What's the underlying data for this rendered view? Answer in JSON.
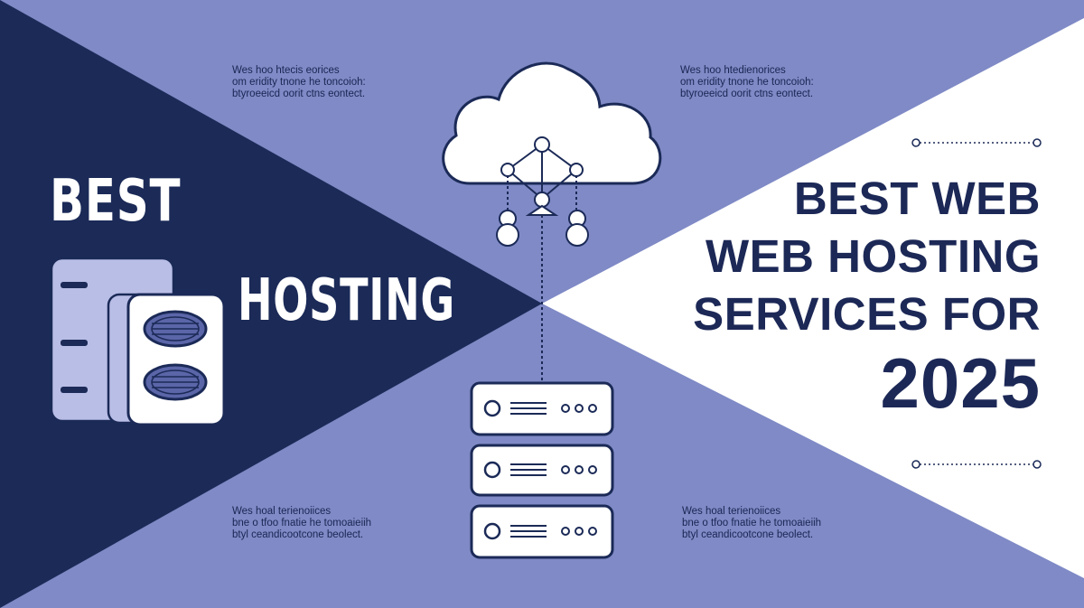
{
  "left_heading": {
    "line1": "BEST",
    "line2": "HOSTING"
  },
  "right_heading": {
    "line1": "BEST WEB",
    "line2": "WEB HOSTING",
    "line3": "SERVICES FOR",
    "line4": "2025"
  },
  "blurbs": {
    "top_left": [
      "Wes hoo htecis eorices",
      "om eridity tnone he toncoioh:",
      "btyroeeicd oorit ctns eontect."
    ],
    "top_right": [
      "Wes hoo htedienorices",
      "om eridity tnone he toncoioh:",
      "btyroeeicd oorit ctns eontect."
    ],
    "bottom_left": [
      "Wes hoal terienoiices",
      "bne o tfoo fnatie he tomoaieiih",
      "btyl ceandicootcone beolect."
    ],
    "bottom_right": [
      "Wes hoal terienoiices",
      "bne o tfoo fnatie he tomoaieiih",
      "btyl ceandicootcone beolect."
    ]
  },
  "icons": [
    "cloud-icon",
    "network-nodes-icon",
    "user-icon",
    "server-rack-icon",
    "server-stack-icon",
    "disk-icon"
  ],
  "colors": {
    "navy": "#1b2a57",
    "periwinkle": "#7f8ac6",
    "light_lavender": "#b9bee6",
    "white": "#ffffff",
    "text_dark": "#1c2856"
  }
}
